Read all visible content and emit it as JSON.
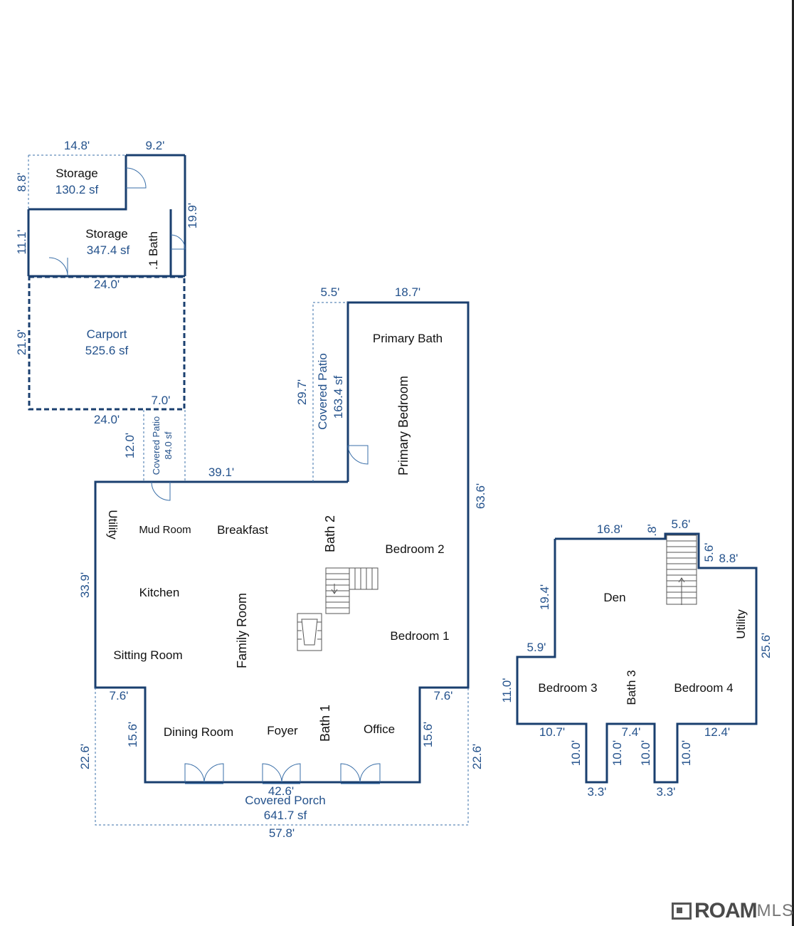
{
  "rooms": {
    "storage_small": {
      "name": "Storage",
      "area": "130.2 sf"
    },
    "storage_large": {
      "name": "Storage",
      "area": "347.4 sf"
    },
    "half_bath": ".1 Bath",
    "carport": {
      "name": "Carport",
      "area": "525.6 sf"
    },
    "covered_patio_small": {
      "name": "Covered Patio",
      "area": "84.0 sf"
    },
    "covered_patio_large": {
      "name": "Covered Patio",
      "area": "163.4 sf"
    },
    "primary_bath": "Primary Bath",
    "primary_bedroom": "Primary Bedroom",
    "utility_main": "Utility",
    "mud_room": "Mud Room",
    "breakfast": "Breakfast",
    "bath2": "Bath 2",
    "bedroom2": "Bedroom 2",
    "kitchen": "Kitchen",
    "family_room": "Family Room",
    "bedroom1": "Bedroom 1",
    "sitting_room": "Sitting Room",
    "dining_room": "Dining Room",
    "foyer": "Foyer",
    "bath1": "Bath 1",
    "office": "Office",
    "covered_porch": {
      "name": "Covered Porch",
      "area": "641.7 sf"
    },
    "den": "Den",
    "utility_upper": "Utility",
    "bedroom3": "Bedroom 3",
    "bath3": "Bath 3",
    "bedroom4": "Bedroom 4"
  },
  "dimensions": {
    "d_14_8": "14.8'",
    "d_9_2": "9.2'",
    "d_8_8": "8.8'",
    "d_11_1": "11.1'",
    "d_19_9": "19.9'",
    "d_24_0_top": "24.0'",
    "d_21_9": "21.9'",
    "d_7_0": "7.0'",
    "d_24_0_bottom": "24.0'",
    "d_12_0": "12.0'",
    "d_39_1": "39.1'",
    "d_5_5": "5.5'",
    "d_18_7": "18.7'",
    "d_29_7": "29.7'",
    "d_63_6": "63.6'",
    "d_33_9": "33.9'",
    "d_7_6_left": "7.6'",
    "d_7_6_right": "7.6'",
    "d_15_6_left": "15.6'",
    "d_15_6_right": "15.6'",
    "d_22_6_left": "22.6'",
    "d_22_6_right": "22.6'",
    "d_42_6": "42.6'",
    "d_57_8": "57.8'",
    "u_16_8": "16.8'",
    "u_0_8": ".8'",
    "u_5_6_top": "5.6'",
    "u_5_6_side": "5.6'",
    "u_8_8": "8.8'",
    "u_19_4": "19.4'",
    "u_5_9": "5.9'",
    "u_25_6": "25.6'",
    "u_11_0": "11.0'",
    "u_10_7": "10.7'",
    "u_7_4": "7.4'",
    "u_12_4": "12.4'",
    "u_10_0_a": "10.0'",
    "u_10_0_b": "10.0'",
    "u_10_0_c": "10.0'",
    "u_10_0_d": "10.0'",
    "u_3_3_a": "3.3'",
    "u_3_3_b": "3.3'"
  },
  "logo": {
    "brand": "ROAM",
    "suffix": "MLS"
  },
  "colors": {
    "wall": "#1a3f6f",
    "dimension_text": "#24528c",
    "room_text": "#111111"
  }
}
